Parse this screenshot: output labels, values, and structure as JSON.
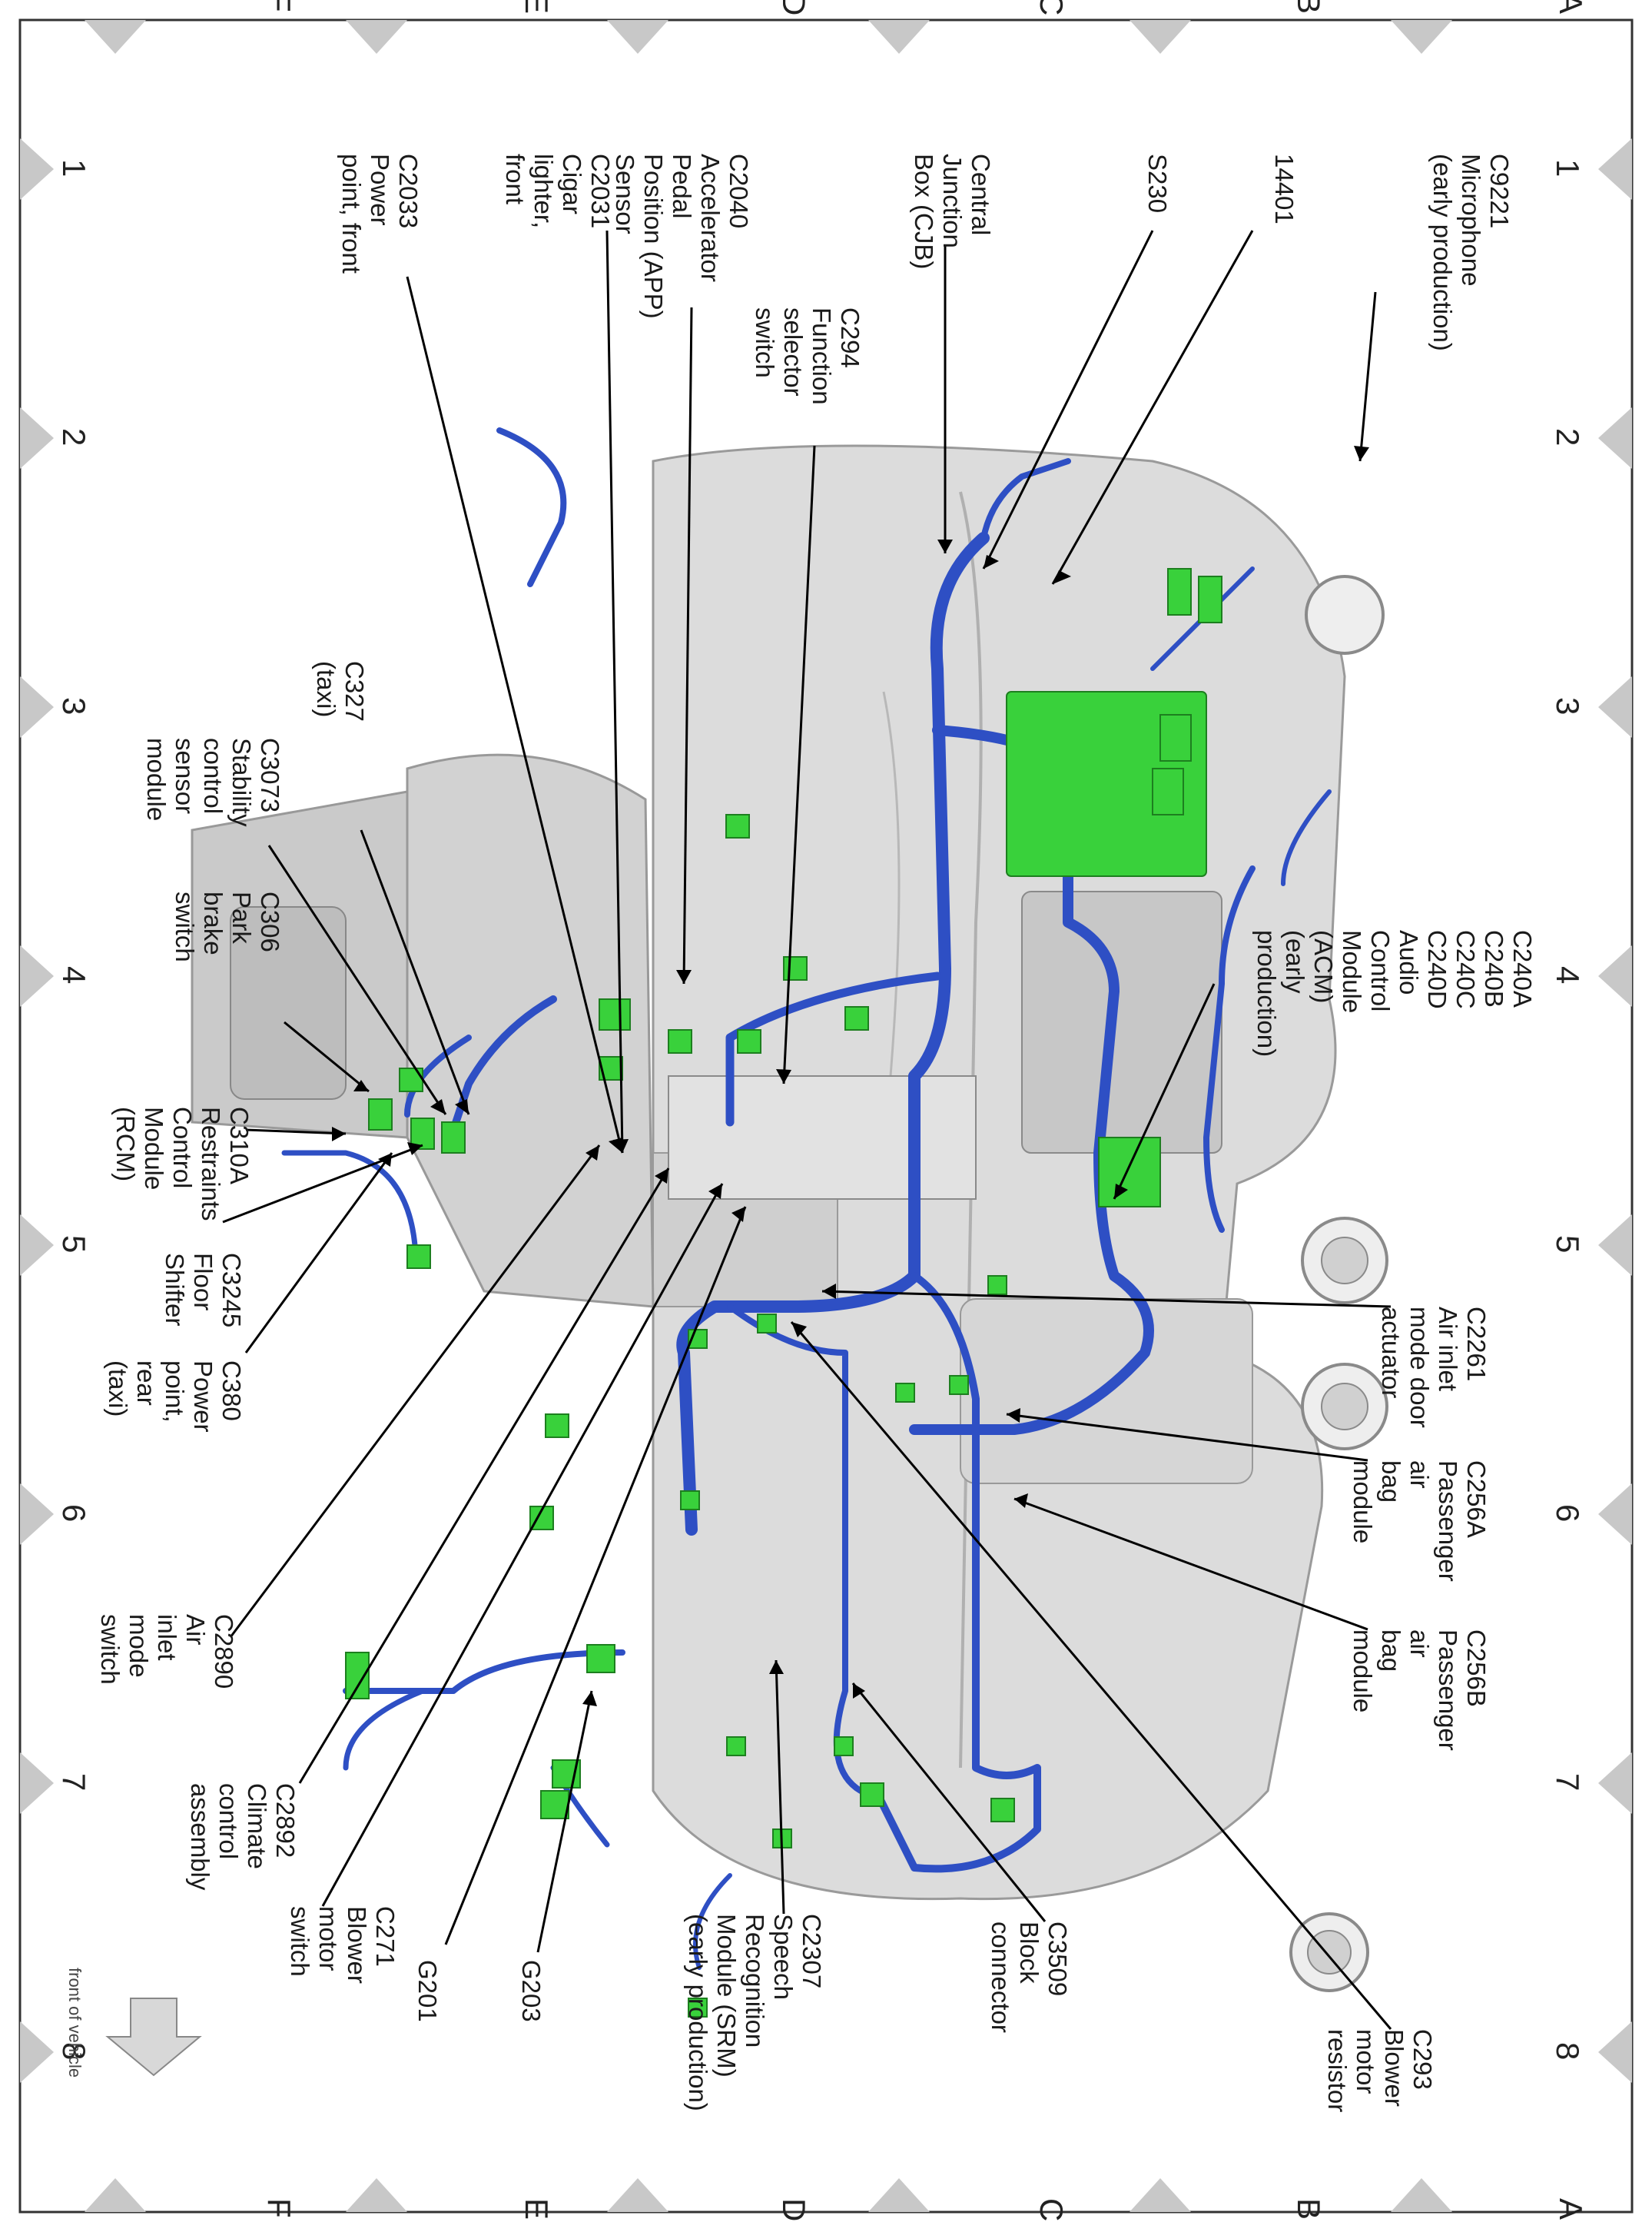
{
  "grid": {
    "rows": [
      "A",
      "B",
      "C",
      "D",
      "E",
      "F"
    ],
    "columns": [
      "1",
      "2",
      "3",
      "4",
      "5",
      "6",
      "7",
      "8"
    ]
  },
  "labels": {
    "c9221": "C9221\nMicrophone\n(early production)",
    "l14401": "14401",
    "s230": "S230",
    "cjb": "Central\nJunction\nBox (CJB)",
    "c294": "C294\nFunction\nselector\nswitch",
    "c2040": "C2040\nAccelerator\nPedal\nPosition (APP)\nSensor",
    "c2031": "C2031\nCigar\nlighter,\nfront",
    "c2033": "C2033\nPower\npoint, front",
    "c327": "C327\n(taxi)",
    "c3073": "C3073\nStability\ncontrol\nsensor\nmodule",
    "c306": "C306\nPark\nbrake\nswitch",
    "c310a": "C310A\nRestraints\nControl\nModule\n(RCM)",
    "c3245": "C3245\nFloor\nShifter",
    "c380": "C380\nPower\npoint,\nrear\n(taxi)",
    "c2890": "C2890\nAir\ninlet\nmode\nswitch",
    "c2892": "C2892\nClimate\ncontrol\nassembly",
    "c271": "C271\nBlower\nmotor\nswitch",
    "g201": "G201",
    "g203": "G203",
    "c2307": "C2307\nSpeech\nRecognition\nModule (SRM)\n(early production)",
    "c3509": "C3509\nBlock\nconnector",
    "c293": "C293\nBlower\nmotor\nresistor",
    "c256b": "C256B\nPassenger\nair\nbag\nmodule",
    "c256a": "C256A\nPassenger\nair\nbag\nmodule",
    "c2261": "C2261\nAir inlet\nmode door\nactuator",
    "c240": "C240A\nC240B\nC240C\nC240D\nAudio\nControl\nModule\n(ACM)\n(early\nproduction)"
  },
  "front_of_vehicle": "front of vehicle",
  "colors": {
    "harness": "#2e4fc4",
    "harness_dark": "#1d3590",
    "connector": "#39d13b",
    "dashboard": "#d9d9d9",
    "grid_marker": "#c8c8c8"
  }
}
